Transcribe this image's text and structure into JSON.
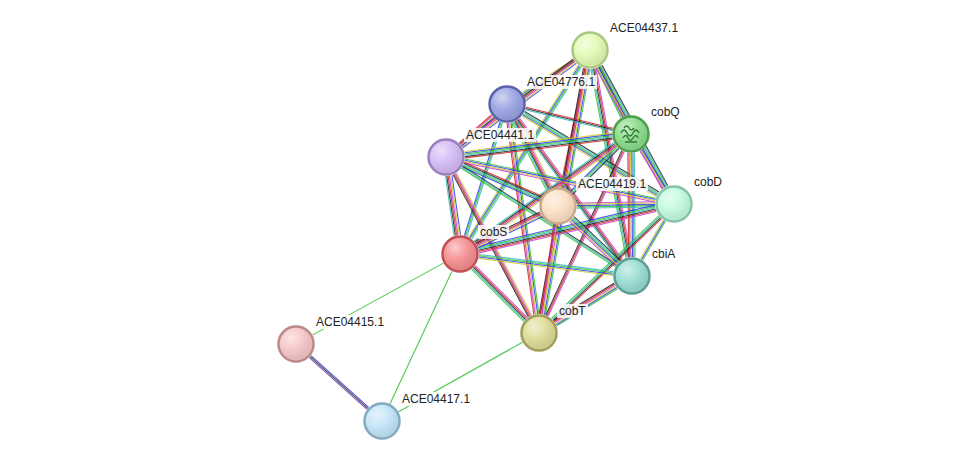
{
  "diagram": {
    "nodes": [
      {
        "text": [
          "ACE04437.1"
        ]
      },
      {
        "text": [
          "ACE04776.1"
        ]
      },
      {
        "text": [
          "cobQ"
        ]
      },
      {
        "text": [
          "ACE04441.1"
        ]
      },
      {
        "text": [
          "cobD"
        ]
      },
      {
        "text": [
          "ACE04419.1"
        ]
      },
      {
        "text": [
          "cobS"
        ]
      },
      {
        "text": [
          "cbiA"
        ]
      },
      {
        "text": [
          "cobT"
        ]
      },
      {
        "text": [
          "ACE04415.1"
        ]
      },
      {
        "text": [
          "ACE04417.1"
        ]
      }
    ],
    "edges": [
      {
        "from": 0,
        "to": 1,
        "arrow": "none"
      },
      {
        "from": 0,
        "to": 2,
        "arrow": "none"
      },
      {
        "from": 0,
        "to": 3,
        "arrow": "none"
      },
      {
        "from": 0,
        "to": 4,
        "arrow": "none"
      },
      {
        "from": 0,
        "to": 5,
        "arrow": "none"
      },
      {
        "from": 0,
        "to": 6,
        "arrow": "none"
      },
      {
        "from": 0,
        "to": 7,
        "arrow": "none"
      },
      {
        "from": 0,
        "to": 8,
        "arrow": "none"
      },
      {
        "from": 1,
        "to": 2,
        "arrow": "none"
      },
      {
        "from": 1,
        "to": 3,
        "arrow": "none"
      },
      {
        "from": 1,
        "to": 4,
        "arrow": "none"
      },
      {
        "from": 1,
        "to": 5,
        "arrow": "none"
      },
      {
        "from": 1,
        "to": 6,
        "arrow": "none"
      },
      {
        "from": 1,
        "to": 7,
        "arrow": "none"
      },
      {
        "from": 1,
        "to": 8,
        "arrow": "none"
      },
      {
        "from": 2,
        "to": 3,
        "arrow": "none"
      },
      {
        "from": 2,
        "to": 4,
        "arrow": "none"
      },
      {
        "from": 2,
        "to": 5,
        "arrow": "none"
      },
      {
        "from": 2,
        "to": 6,
        "arrow": "none"
      },
      {
        "from": 2,
        "to": 7,
        "arrow": "none"
      },
      {
        "from": 2,
        "to": 8,
        "arrow": "none"
      },
      {
        "from": 3,
        "to": 4,
        "arrow": "none"
      },
      {
        "from": 3,
        "to": 5,
        "arrow": "none"
      },
      {
        "from": 3,
        "to": 6,
        "arrow": "none"
      },
      {
        "from": 3,
        "to": 7,
        "arrow": "none"
      },
      {
        "from": 3,
        "to": 8,
        "arrow": "none"
      },
      {
        "from": 4,
        "to": 5,
        "arrow": "none"
      },
      {
        "from": 4,
        "to": 6,
        "arrow": "none"
      },
      {
        "from": 4,
        "to": 7,
        "arrow": "none"
      },
      {
        "from": 4,
        "to": 8,
        "arrow": "none"
      },
      {
        "from": 5,
        "to": 6,
        "arrow": "none"
      },
      {
        "from": 5,
        "to": 7,
        "arrow": "none"
      },
      {
        "from": 5,
        "to": 8,
        "arrow": "none"
      },
      {
        "from": 6,
        "to": 7,
        "arrow": "none"
      },
      {
        "from": 6,
        "to": 8,
        "arrow": "none"
      },
      {
        "from": 7,
        "to": 8,
        "arrow": "none"
      },
      {
        "from": 6,
        "to": 9,
        "arrow": "none"
      },
      {
        "from": 6,
        "to": 10,
        "arrow": "none"
      },
      {
        "from": 8,
        "to": 10,
        "arrow": "none"
      },
      {
        "from": 9,
        "to": 10,
        "arrow": "none"
      }
    ]
  }
}
